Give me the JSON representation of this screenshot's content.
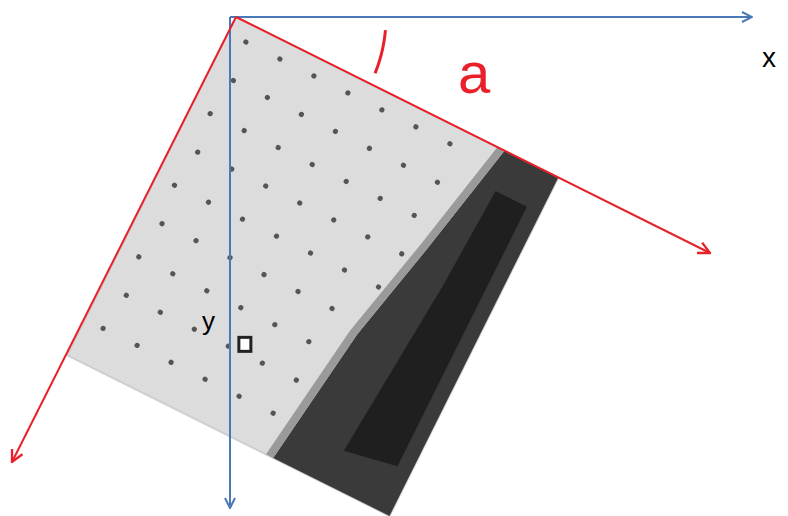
{
  "diagram": {
    "labels": [
      "x",
      "y",
      "a"
    ]
  }
}
